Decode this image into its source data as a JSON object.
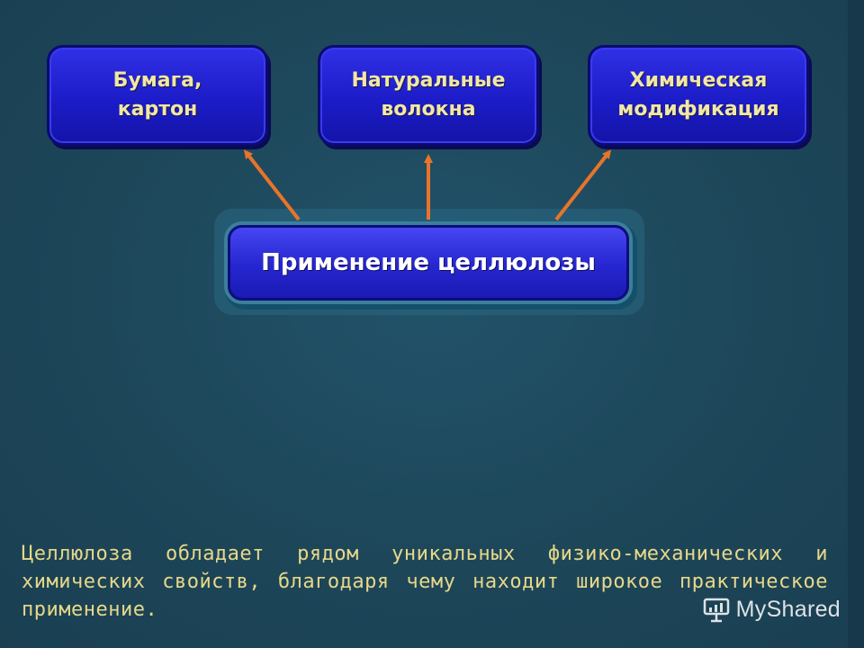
{
  "diagram": {
    "center": {
      "label": "Применение целлюлозы"
    },
    "branches": [
      {
        "label": "Бумага,\nкартон"
      },
      {
        "label": "Натуральные\nволокна"
      },
      {
        "label": "Химическая\nмодификация"
      }
    ]
  },
  "description": "Целлюлоза обладает рядом уникальных физико-механических и химических свойств, благодаря чему находит широкое практическое применение.",
  "watermark": {
    "text": "MyShared"
  },
  "colors": {
    "background": "#1e4a60",
    "box_fill": "#1c1cc8",
    "box_text": "#f2e7a6",
    "center_text": "#ffffff",
    "arrow": "#e8742a",
    "description_text": "#e7d889"
  }
}
